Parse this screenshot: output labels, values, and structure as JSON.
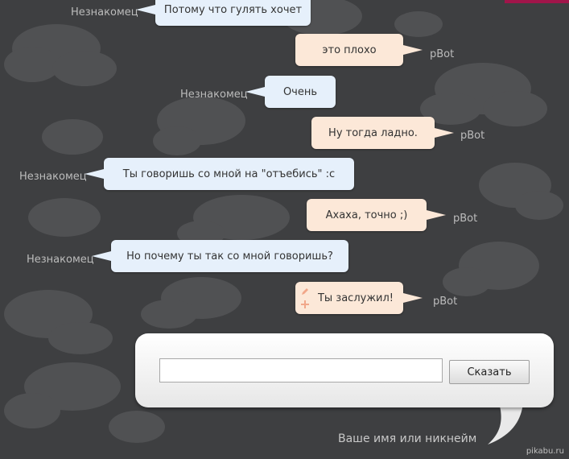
{
  "chat": {
    "messages": [
      {
        "author": "Незнакомец",
        "text": "Потому что гулять хочет"
      },
      {
        "author": "pBot",
        "text": "это плохо"
      },
      {
        "author": "Незнакомец",
        "text": "Очень"
      },
      {
        "author": "pBot",
        "text": "Ну тогда ладно."
      },
      {
        "author": "Незнакомец",
        "text": "Ты говоришь со мной на \"отъебись\" :с"
      },
      {
        "author": "pBot",
        "text": "Ахаха, точно ;)"
      },
      {
        "author": "Незнакомец",
        "text": "Но почему ты так со мной говоришь?"
      },
      {
        "author": "pBot",
        "text": "Ты заслужил!"
      }
    ]
  },
  "composer": {
    "input_value": "",
    "send_label": "Сказать",
    "nickname_label": "Ваше имя или никнейм"
  },
  "watermark": "pikabu.ru",
  "colors": {
    "background": "#3e3f41",
    "stranger_bubble": "#e6f0fb",
    "bot_bubble": "#fce8d8"
  }
}
